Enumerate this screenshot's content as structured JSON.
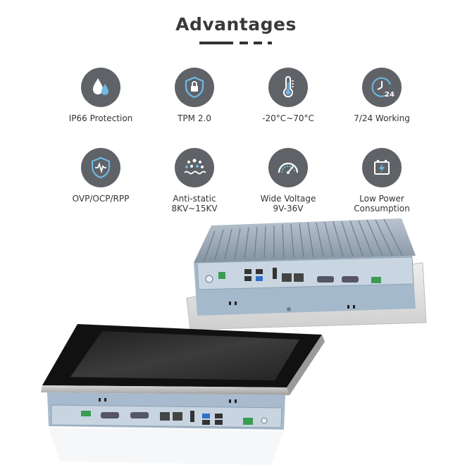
{
  "header": {
    "title": "Advantages"
  },
  "features": [
    {
      "label": [
        "IP66 Protection"
      ],
      "icon": "water-drops-icon"
    },
    {
      "label": [
        "TPM 2.0"
      ],
      "icon": "shield-lock-icon"
    },
    {
      "label": [
        "-20°C~70°C"
      ],
      "icon": "thermometer-icon"
    },
    {
      "label": [
        "7/24 Working"
      ],
      "icon": "clock-24-icon"
    },
    {
      "label": [
        "OVP/OCP/RPP"
      ],
      "icon": "shield-wave-icon"
    },
    {
      "label": [
        "Anti-static",
        "8KV~15KV"
      ],
      "icon": "static-dots-icon"
    },
    {
      "label": [
        "Wide Voltage",
        "9V-36V"
      ],
      "icon": "gauge-icon"
    },
    {
      "label": [
        "Low Power",
        "Consumption"
      ],
      "icon": "battery-icon"
    }
  ],
  "colors": {
    "icon_circle": "#5f6368",
    "icon_accent": "#6fb8e6",
    "title": "#3a3a3a"
  }
}
